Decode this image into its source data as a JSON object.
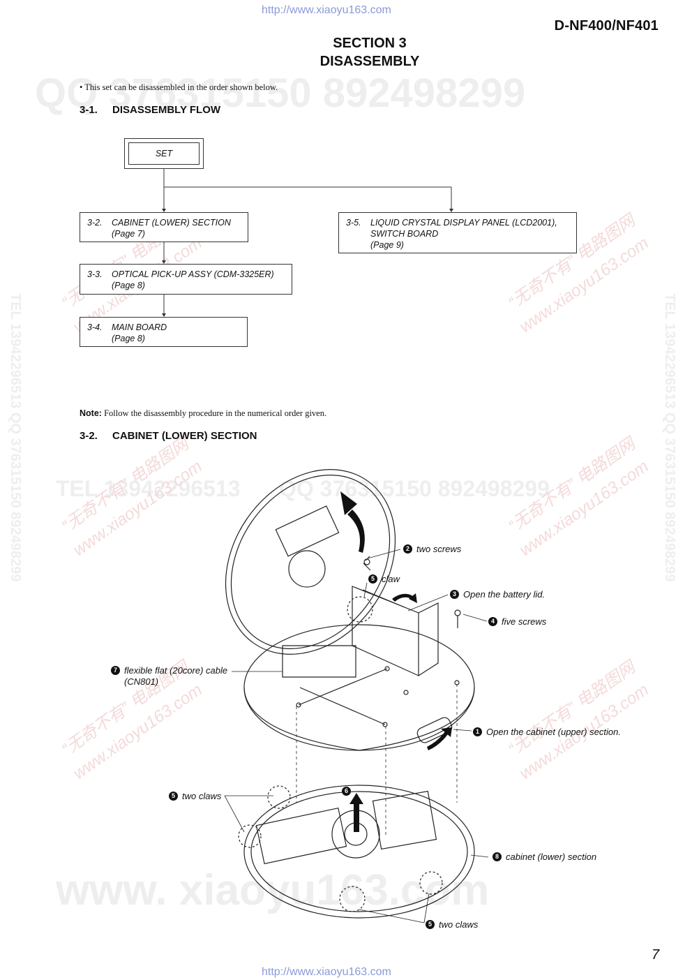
{
  "header": {
    "url_top": "http://www.xiaoyu163.com",
    "model": "D-NF400/NF401",
    "section_line1": "SECTION  3",
    "section_line2": "DISASSEMBLY"
  },
  "intro": "• This set can be disassembled in the order shown below.",
  "flow_heading": {
    "num": "3-1.",
    "title": "DISASSEMBLY  FLOW"
  },
  "flow": {
    "set_label": "SET",
    "boxes": [
      {
        "num": "3-2.",
        "text": "CABINET (LOWER) SECTION\n(Page 7)"
      },
      {
        "num": "3-3.",
        "text": "OPTICAL PICK-UP ASSY (CDM-3325ER)\n(Page 8)"
      },
      {
        "num": "3-4.",
        "text": "MAIN BOARD\n(Page 8)"
      },
      {
        "num": "3-5.",
        "text": "LIQUID CRYSTAL DISPLAY PANEL (LCD2001),\nSWITCH BOARD\n(Page 9)"
      }
    ]
  },
  "note": {
    "label": "Note:",
    "text": " Follow the disassembly procedure in the numerical order given."
  },
  "cabinet_heading": {
    "num": "3-2.",
    "title": "CABINET  (LOWER)  SECTION"
  },
  "callouts": [
    {
      "badge": "2",
      "text": "two screws"
    },
    {
      "badge": "5",
      "text": "claw"
    },
    {
      "badge": "3",
      "text": "Open the battery lid."
    },
    {
      "badge": "4",
      "text": "five screws"
    },
    {
      "badge": "7",
      "text": "flexible flat (20core) cable\n(CN801)"
    },
    {
      "badge": "1",
      "text": "Open the cabinet (upper) section."
    },
    {
      "badge": "5",
      "text": "two claws"
    },
    {
      "badge": "6",
      "text": ""
    },
    {
      "badge": "8",
      "text": "cabinet (lower) section"
    },
    {
      "badge": "5",
      "text": "two claws"
    }
  ],
  "watermarks": {
    "qq": "QQ  376315150   892498299",
    "tel": "TEL  13942296513",
    "qq2": "QQ  376315150   892498299",
    "www": "www. xiaoyu163.com",
    "side_left": "TEL 13942296513  QQ 376315150  892498299",
    "side_right": "TEL 13942296513  QQ 376315150  892498299",
    "cn1": "“无奇不有” 电路图网",
    "cn2": "www.xiaoyu163.com"
  },
  "page_number": "7",
  "url_bottom": "http://www.xiaoyu163.com"
}
